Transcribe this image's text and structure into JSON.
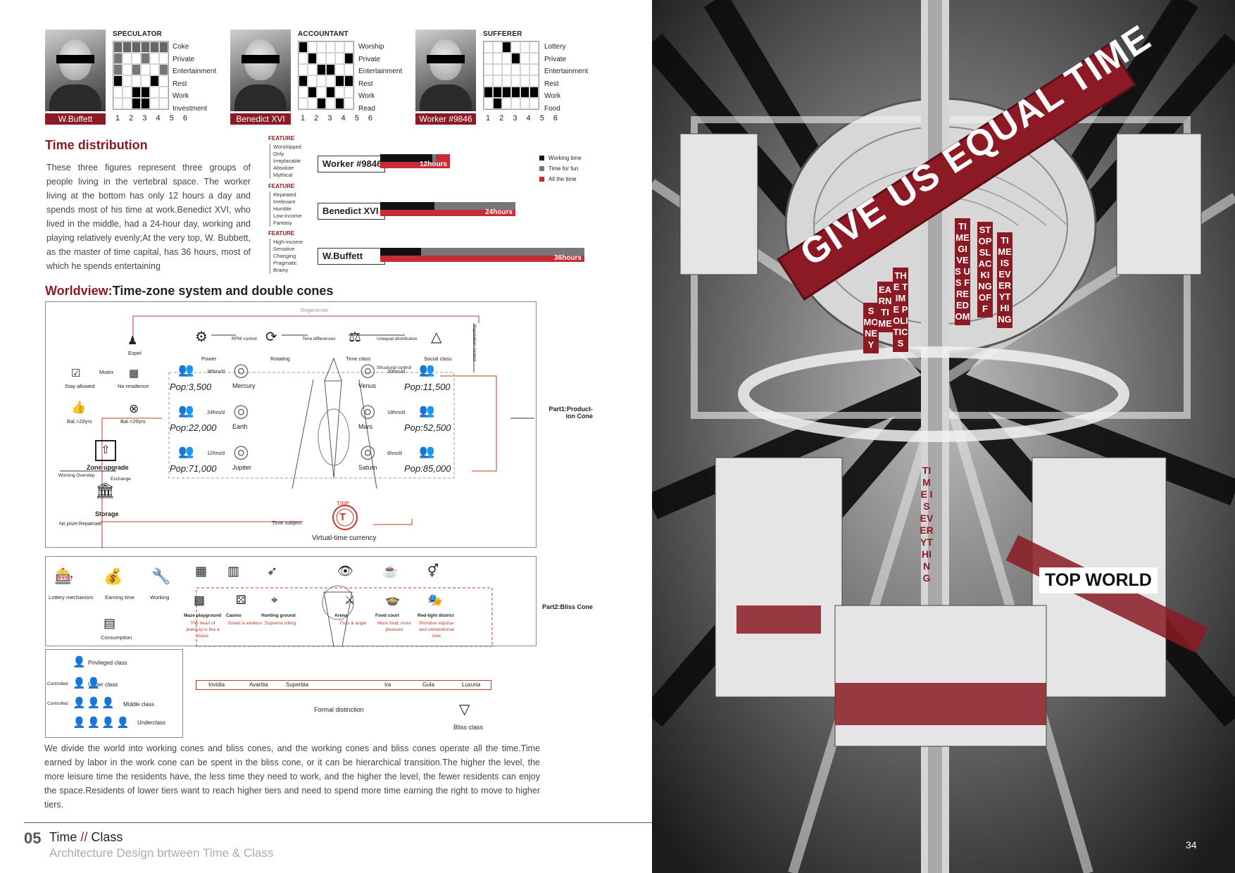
{
  "profiles": [
    {
      "role": "SPECULATOR",
      "name": "W.Buffett",
      "categories": [
        "Coke",
        "Private",
        "Entertainment",
        "Rest",
        "Work",
        "Investment"
      ]
    },
    {
      "role": "ACCOUNTANT",
      "name": "Benedict XVI",
      "categories": [
        "Worship",
        "Private",
        "Entertainment",
        "Rest",
        "Work",
        "Read"
      ]
    },
    {
      "role": "SUFFERER",
      "name": "Worker #9846",
      "categories": [
        "Lottery",
        "Private",
        "Entertainment",
        "Rest",
        "Work",
        "Food"
      ]
    }
  ],
  "grid_numbers": "1 2 3 4 5 6",
  "time_distribution": {
    "heading": "Time distribution",
    "paragraph": "These three figures represent three groups of people living in the vertebral space. The worker living at the bottom has only 12 hours a day and spends most of his time at work.Benedict XVI, who lived in the middle, had a 24-hour day, working and playing relatively evenly;At the very top, W. Bubbett, as the master of time capital, has 36 hours, most of which he spends entertaining",
    "feature_label": "FEATURE",
    "rows": [
      {
        "name": "Worker #9846",
        "hours": "12hours",
        "work": 0.75,
        "fun": 0.05,
        "features": [
          "Worshipped",
          "Only",
          "Irreplacable",
          "Absolute",
          "Mythical"
        ]
      },
      {
        "name": "Benedict XVI",
        "hours": "24hours",
        "work": 0.4,
        "fun": 0.6,
        "features": [
          "Repeated",
          "Irrelevant",
          "Humble",
          "Low-income",
          "Fantasy"
        ]
      },
      {
        "name": "W.Buffett",
        "hours": "36hours",
        "work": 0.2,
        "fun": 0.8,
        "features": [
          "High-income",
          "Sensitive",
          "Changing",
          "Pragmatic",
          "Brainy"
        ]
      }
    ],
    "legend": [
      "Working time",
      "Time for fun",
      "All the time"
    ],
    "colors": {
      "work": "#111111",
      "fun": "#777777",
      "all": "#c62c36"
    }
  },
  "worldview": {
    "heading_prefix": "Worldview:",
    "heading_rest": "Time-zone system and double cones",
    "degenerate": "Degenerate",
    "top_flow": [
      {
        "icon": "engine-icon",
        "glyph": "⚙",
        "label": "Power"
      },
      {
        "icon": "rotate-icon",
        "glyph": "⟳",
        "label": "Rotating"
      },
      {
        "icon": "scales-icon",
        "glyph": "⚖",
        "label": "Time class"
      },
      {
        "icon": "pyramid-icon",
        "glyph": "△",
        "label": "Social class"
      }
    ],
    "arrow_labels": [
      "RPM control",
      "Time differences",
      "Unequal distribution"
    ],
    "structural_control": "Structural control",
    "population_control": "Population control",
    "left_rules": {
      "expel": "Expel",
      "mutex": "Mutex",
      "stay": "Stay allowed",
      "no_res": "No residence",
      "bal_gt": "Bal.>20yrs",
      "bal_lt": "Bal.<20yrs",
      "zone": "Zone upgrade",
      "winning": "Winning Overstep",
      "exchange": "Exchange",
      "storage": "Storage",
      "noprize": "No prize:Repatriate",
      "time_subject": "Time subject"
    },
    "left_planets": [
      {
        "planet": "Mercury",
        "pop": "Pop:3,500",
        "rate": "36hrs/d"
      },
      {
        "planet": "Earth",
        "pop": "Pop:22,000",
        "rate": "24hrs/d"
      },
      {
        "planet": "Jupiter",
        "pop": "Pop:71,000",
        "rate": "12hrs/d"
      }
    ],
    "right_planets": [
      {
        "planet": "Venus",
        "pop": "Pop:11,500",
        "rate": "30hrs/d"
      },
      {
        "planet": "Mars",
        "pop": "Pop:52,500",
        "rate": "18hrs/d"
      },
      {
        "planet": "Saturn",
        "pop": "Pop:85,000",
        "rate": "6hrs/d"
      }
    ],
    "currency": "Virtual-time currency",
    "coin_text": "TIME",
    "part1": "Part1:Product-ion Cone",
    "part2": "Part2:Bliss Cone",
    "lower_flow": [
      "Lottery mechanism",
      "Earning time",
      "Working",
      "Consumption"
    ],
    "bliss_places": [
      {
        "title": "Maze playground",
        "desc": "The heart of jealousy is like a maze"
      },
      {
        "title": "Casino",
        "desc": "Greed is endless"
      },
      {
        "title": "Hunting ground",
        "desc": "Supreme killing"
      },
      {
        "title": "Arena",
        "desc": "Fists & anger"
      },
      {
        "title": "Food court",
        "desc": "More food, more pleasure"
      },
      {
        "title": "Red-light district",
        "desc": "Primitive impulse and unintentional love"
      }
    ],
    "cone_labels": [
      "Mercury",
      "Earth",
      "Jupiter",
      "Venus",
      "Mars",
      "Saturn"
    ],
    "sins": [
      "Invidia",
      "Avaritia",
      "Superbia",
      "Ira",
      "Gula",
      "Luxuria"
    ],
    "classes": [
      "Privileged class",
      "Upper class",
      "Middle class",
      "Underclass"
    ],
    "controlled": "Controlled",
    "formal": "Formal distinction",
    "bliss_class": "Bliss class"
  },
  "bottom_paragraph": "We divide the world into working cones and bliss cones, and the working cones and bliss cones operate all the time.Time earned by labor in the work cone can be spent in the bliss cone, or it can be hierarchical transition.The higher the level, the more leisure time the residents have, the less time they need to work, and the higher the level, the fewer residents can enjoy the space.Residents of lower tiers want to reach higher tiers and need to spend more time earning the right to move to higher tiers.",
  "footer": {
    "number": "05",
    "title_a": "Time",
    "sep": "//",
    "title_b": "Class",
    "subtitle": "Architecture Design brtween Time & Class",
    "page": "34"
  },
  "poster": {
    "banner": "GIVE US EQUAL TIME",
    "slogans": [
      "S MONEY",
      "EARN TIME",
      "THE TIME POLITICS",
      "TIME GIVES US FREEDOM",
      "STOP SLACKING OFF",
      "TIME IS EVERYTHING"
    ],
    "vertical": "TIME IS EVERYTHING",
    "top_world": "TOP WORLD"
  }
}
